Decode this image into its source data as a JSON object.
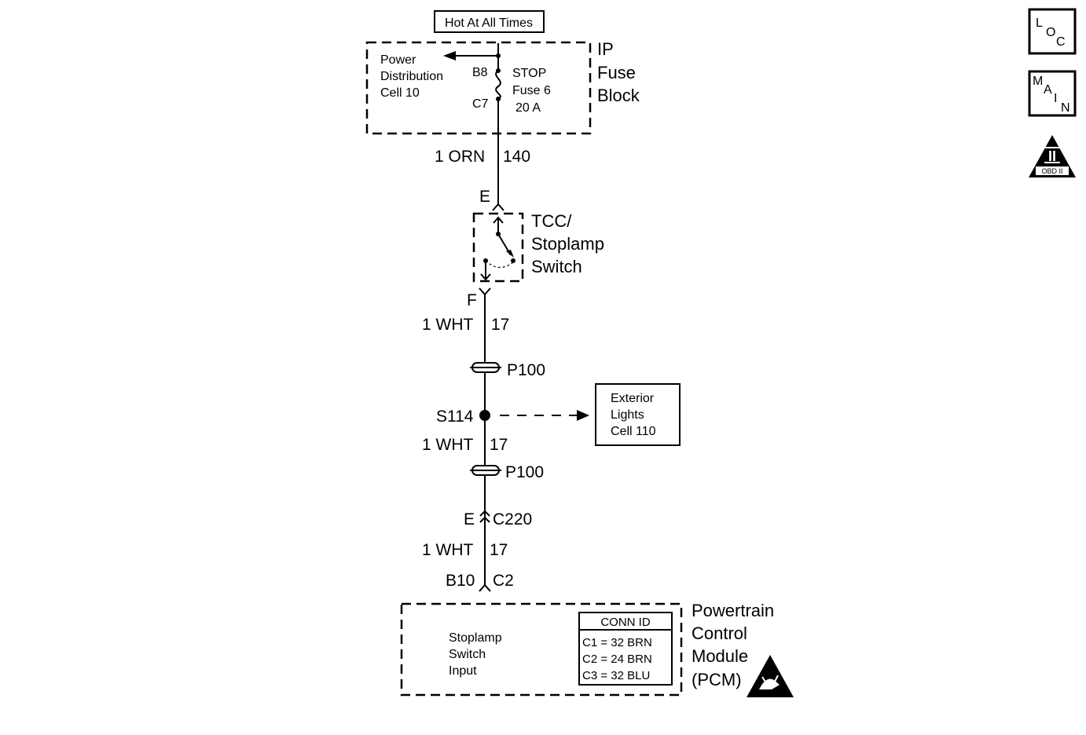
{
  "hot_label": "Hot At All Times",
  "fuse_block": {
    "title_lines": [
      "IP",
      "Fuse",
      "Block"
    ],
    "pdc_lines": [
      "Power",
      "Distribution",
      "Cell 10"
    ],
    "pin_top": "B8",
    "pin_bottom": "C7",
    "fuse_lines": [
      "STOP",
      "Fuse 6",
      "20 A"
    ]
  },
  "wire_1": {
    "gauge_color": "1 ORN",
    "circuit": "140"
  },
  "switch": {
    "pin_in": "E",
    "pin_out": "F",
    "title_lines": [
      "TCC/",
      "Stoplamp",
      "Switch"
    ]
  },
  "wire_2": {
    "gauge_color": "1 WHT",
    "circuit": "17"
  },
  "passthrough_1": "P100",
  "splice": "S114",
  "exterior": {
    "lines": [
      "Exterior",
      "Lights",
      "Cell 110"
    ]
  },
  "wire_3": {
    "gauge_color": "1 WHT",
    "circuit": "17"
  },
  "passthrough_2": "P100",
  "connector": {
    "pin": "E",
    "name": "C220"
  },
  "wire_4": {
    "gauge_color": "1 WHT",
    "circuit": "17"
  },
  "pcm_connector": {
    "pin": "B10",
    "name": "C2"
  },
  "pcm": {
    "input_lines": [
      "Stoplamp",
      "Switch",
      "Input"
    ],
    "title_lines": [
      "Powertrain",
      "Control",
      "Module",
      "(PCM)"
    ],
    "conn_id_header": "CONN ID",
    "conn_rows": [
      "C1 = 32 BRN",
      "C2 = 24 BRN",
      "C3 = 32 BLU"
    ]
  },
  "icons": {
    "loc": {
      "letters": [
        "L",
        "O",
        "C"
      ]
    },
    "main": {
      "letters": [
        "M",
        "A",
        "I",
        "N"
      ]
    },
    "obd": {
      "numeral": "II",
      "label": "OBD II"
    },
    "esd": "esd-warning-icon"
  }
}
